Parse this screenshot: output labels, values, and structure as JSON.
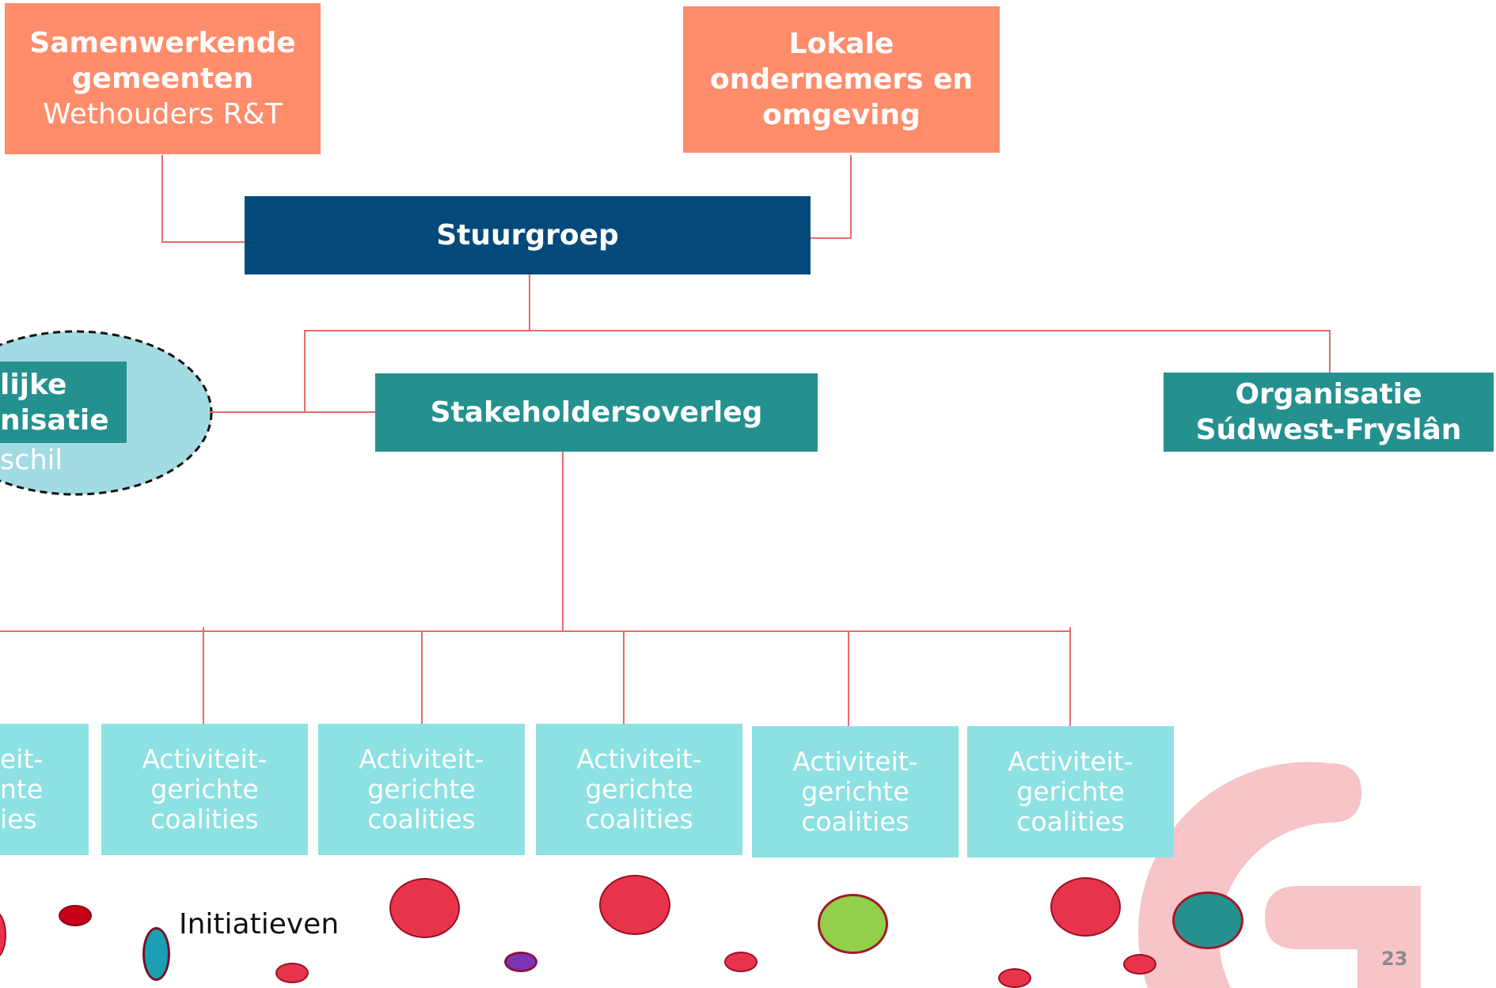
{
  "top_left_box": {
    "title": "Samenwerkende gemeenten",
    "subtitle": "Wethouders R&T"
  },
  "top_right_box": {
    "title": "Lokale ondernemers en omgeving"
  },
  "stuurgroep": {
    "label": "Stuurgroep"
  },
  "stakeholders": {
    "label": "Stakeholdersoverleg"
  },
  "organisatie": {
    "label": "Organisatie Súdwest-Fryslân"
  },
  "cut_oval": {
    "line1": "lijke",
    "line2": "nisatie",
    "line3": "schil"
  },
  "coalitions": {
    "cut": {
      "line1": "eit-",
      "line2": "nte",
      "line3": "ies"
    },
    "label_line1": "Activiteit-",
    "label_line2": "gerichte",
    "label_line3": "coalities"
  },
  "initiatives": {
    "label": "Initiatieven"
  },
  "page_number": "23",
  "colors": {
    "orange": "#ff8c6b",
    "navy": "#034a7a",
    "teal": "#24918f",
    "light_teal": "#8de1e2",
    "connector": "#e86a6a",
    "logo_pink": "#f7c4c8"
  }
}
